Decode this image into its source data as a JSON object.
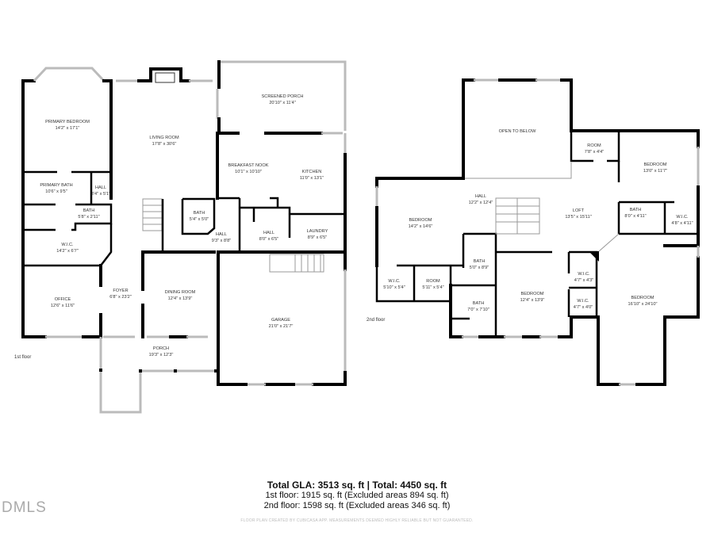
{
  "first_floor": {
    "label": "1st floor",
    "rooms": [
      {
        "name": "PRIMARY BEDROOM",
        "dims": "14'2\" x 17'1\""
      },
      {
        "name": "LIVING ROOM",
        "dims": "17'8\" x 30'6\""
      },
      {
        "name": "SCREENED PORCH",
        "dims": "20'10\" x 11'4\""
      },
      {
        "name": "BREAKFAST NOOK",
        "dims": "10'1\" x 10'10\""
      },
      {
        "name": "KITCHEN",
        "dims": "11'0\" x 13'1\""
      },
      {
        "name": "PRIMARY BATH",
        "dims": "10'6\" x 9'5\""
      },
      {
        "name": "HALL",
        "dims": "3'4\" x 5'1\""
      },
      {
        "name": "BATH",
        "dims": "5'8\" x 2'11\""
      },
      {
        "name": "BATH",
        "dims": "5'4\" x 5'0\""
      },
      {
        "name": "HALL",
        "dims": "9'3\" x 8'8\""
      },
      {
        "name": "HALL",
        "dims": "8'0\" x 6'5\""
      },
      {
        "name": "LAUNDRY",
        "dims": "8'9\" x 6'5\""
      },
      {
        "name": "W.I.C.",
        "dims": "14'2\" x 6'7\""
      },
      {
        "name": "OFFICE",
        "dims": "12'6\" x 11'6\""
      },
      {
        "name": "FOYER",
        "dims": "6'8\" x 23'2\""
      },
      {
        "name": "DINING ROOM",
        "dims": "12'4\" x 13'9\""
      },
      {
        "name": "GARAGE",
        "dims": "21'0\" x 21'7\""
      },
      {
        "name": "PORCH",
        "dims": "19'3\" x 12'3\""
      }
    ]
  },
  "second_floor": {
    "label": "2nd floor",
    "rooms": [
      {
        "name": "OPEN TO BELOW",
        "dims": ""
      },
      {
        "name": "ROOM",
        "dims": "7'8\" x 4'4\""
      },
      {
        "name": "BEDROOM",
        "dims": "13'0\" x 11'7\""
      },
      {
        "name": "HALL",
        "dims": "12'2\" x 12'4\""
      },
      {
        "name": "LOFT",
        "dims": "13'5\" x 15'11\""
      },
      {
        "name": "BEDROOM",
        "dims": "14'2\" x 14'6\""
      },
      {
        "name": "BATH",
        "dims": "8'0\" x 4'11\""
      },
      {
        "name": "W.I.C.",
        "dims": "4'8\" x 4'11\""
      },
      {
        "name": "BATH",
        "dims": "5'0\" x 8'9\""
      },
      {
        "name": "W.I.C.",
        "dims": "5'10\" x 5'4\""
      },
      {
        "name": "ROOM",
        "dims": "5'11\" x 5'4\""
      },
      {
        "name": "BATH",
        "dims": "7'0\" x 7'10\""
      },
      {
        "name": "BEDROOM",
        "dims": "12'4\" x 13'9\""
      },
      {
        "name": "W.I.C.",
        "dims": "4'7\" x 4'3\""
      },
      {
        "name": "W.I.C.",
        "dims": "4'7\" x 4'0\""
      },
      {
        "name": "BEDROOM",
        "dims": "16'10\" x 24'10\""
      }
    ]
  },
  "summary": {
    "total": "Total GLA: 3513 sq. ft | Total: 4450 sq. ft",
    "first_floor": "1st floor: 1915 sq. ft (Excluded areas 894 sq. ft)",
    "second_floor": "2nd floor: 1598 sq. ft (Excluded areas 346 sq. ft)",
    "disclaimer": "FLOOR PLAN CREATED BY CUBICASA APP. MEASUREMENTS DEEMED HIGHLY RELIABLE BUT NOT GUARANTEED."
  },
  "watermark": "DMLS"
}
